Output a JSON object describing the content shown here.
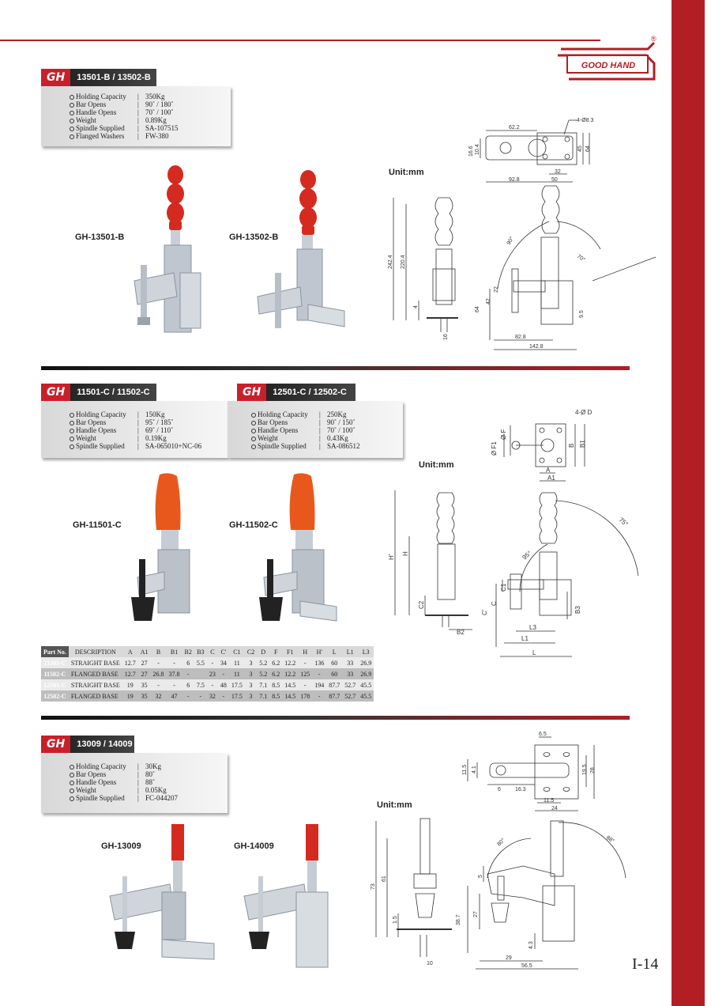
{
  "brand": {
    "name": "GOOD HAND",
    "registered": "®",
    "tag": "GH"
  },
  "page_number": "I-14",
  "unit_label": "Unit:mm",
  "colors": {
    "accent": "#b21e24",
    "handle_red": "#d42a20",
    "handle_orange": "#e8581c"
  },
  "s1": {
    "title": "13501-B / 13502-B",
    "specs": [
      {
        "k": "Holding Capacity",
        "v": "350Kg"
      },
      {
        "k": "Bar Opens",
        "v": "90˚ / 180˚"
      },
      {
        "k": "Handle Opens",
        "v": "70˚ / 100˚"
      },
      {
        "k": "Weight",
        "v": "0.89Kg"
      },
      {
        "k": "Spindle Supplied",
        "v": "SA-107515"
      },
      {
        "k": "Flanged Washers",
        "v": "FW-380"
      }
    ],
    "models": [
      "GH-13501-B",
      "GH-13502-B"
    ],
    "dims": {
      "top_a": "62.2",
      "hole": "4-Ø8.3",
      "left_a": "16.6",
      "left_b": "10.4",
      "right_a": "45",
      "right_b": "64",
      "b1": "32",
      "b2": "92.8",
      "b3": "50",
      "h1": "242.4",
      "h2": "220.4",
      "h3": "4",
      "h4": "16",
      "ang1": "90°",
      "ang2": "70°",
      "v1": "22",
      "v2": "42",
      "v3": "64",
      "v4": "9.5",
      "w1": "82.8",
      "w2": "142.8"
    }
  },
  "s2": {
    "title_a": "11501-C / 11502-C",
    "title_b": "12501-C / 12502-C",
    "specs_a": [
      {
        "k": "Holding Capacity",
        "v": "150Kg"
      },
      {
        "k": "Bar Opens",
        "v": "95˚ / 185˚"
      },
      {
        "k": "Handle Opens",
        "v": "69˚ / 110˚"
      },
      {
        "k": "Weight",
        "v": "0.19Kg"
      },
      {
        "k": "Spindle Supplied",
        "v": "SA-065010+NC-06"
      }
    ],
    "specs_b": [
      {
        "k": "Holding Capacity",
        "v": "250Kg"
      },
      {
        "k": "Bar Opens",
        "v": "90˚ / 150˚"
      },
      {
        "k": "Handle Opens",
        "v": "70˚ / 100˚"
      },
      {
        "k": "Weight",
        "v": "0.43Kg"
      },
      {
        "k": "Spindle Supplied",
        "v": "SA-086512"
      }
    ],
    "models": [
      "GH-11501-C",
      "GH-11502-C"
    ],
    "dims": {
      "hole": "4-Ø D",
      "f1": "Ø F1",
      "f": "Ø F",
      "b": "B",
      "b1": "B1",
      "a": "A",
      "a1": "A1",
      "hp": "H'",
      "h": "H",
      "c2": "C2",
      "b2": "B2",
      "ang1": "75°",
      "ang2": "95°",
      "c1": "C1",
      "cp": "C'",
      "c": "C",
      "b3": "B3",
      "l3": "L3",
      "l1": "L1",
      "l": "L"
    },
    "table": {
      "headers": [
        "Part No.",
        "DESCRIPTION",
        "A",
        "A1",
        "B",
        "B1",
        "B2",
        "B3",
        "C",
        "C'",
        "C1",
        "C2",
        "D",
        "F",
        "F1",
        "H",
        "H'",
        "L",
        "L1",
        "L3"
      ],
      "rows": [
        [
          "11501-C",
          "STRAIGHT BASE",
          "12.7",
          "27",
          "-",
          "-",
          "6",
          "5.5",
          "-",
          "34",
          "11",
          "3",
          "5.2",
          "6.2",
          "12.2",
          "-",
          "136",
          "60",
          "33",
          "26.9"
        ],
        [
          "11502-C",
          "FLANGED BASE",
          "12.7",
          "27",
          "26.8",
          "37.8",
          "-",
          "",
          "23",
          "-",
          "11",
          "3",
          "5.2",
          "6.2",
          "12.2",
          "125",
          "-",
          "60",
          "33",
          "26.9"
        ],
        [
          "12501-C",
          "STRAIGHT BASE",
          "19",
          "35",
          "-",
          "-",
          "6",
          "7.5",
          "-",
          "48",
          "17.5",
          "3",
          "7.1",
          "8.5",
          "14.5",
          "-",
          "194",
          "87.7",
          "52.7",
          "45.5"
        ],
        [
          "12502-C",
          "FLANGED BASE",
          "19",
          "35",
          "32",
          "47",
          "-",
          "-",
          "32",
          "-",
          "17.5",
          "3",
          "7.1",
          "8.5",
          "14.5",
          "178",
          "-",
          "87.7",
          "52.7",
          "45.5"
        ]
      ]
    }
  },
  "s3": {
    "title": "13009 / 14009",
    "specs": [
      {
        "k": "Holding Capacity",
        "v": "30Kg"
      },
      {
        "k": "Bar Opens",
        "v": "80˚"
      },
      {
        "k": "Handle Opens",
        "v": "88˚"
      },
      {
        "k": "Weight",
        "v": "0.05Kg"
      },
      {
        "k": "Spindle Supplied",
        "v": "FC-044207"
      }
    ],
    "models": [
      "GH-13009",
      "GH-14009"
    ],
    "dims": {
      "t1": "6.5",
      "l1": "11.5",
      "l2": "4.1",
      "r1": "19.5",
      "r2": "28",
      "b1": "6",
      "b2": "16.3",
      "b3": "11.5",
      "b4": "24",
      "h1": "73",
      "h2": "61",
      "h3": "1.5",
      "h4": "10",
      "ang1": "80°",
      "ang2": "88°",
      "v1": "5",
      "v2": "38.7",
      "v3": "27",
      "v4": "4.3",
      "w1": "29",
      "w2": "56.5"
    }
  }
}
